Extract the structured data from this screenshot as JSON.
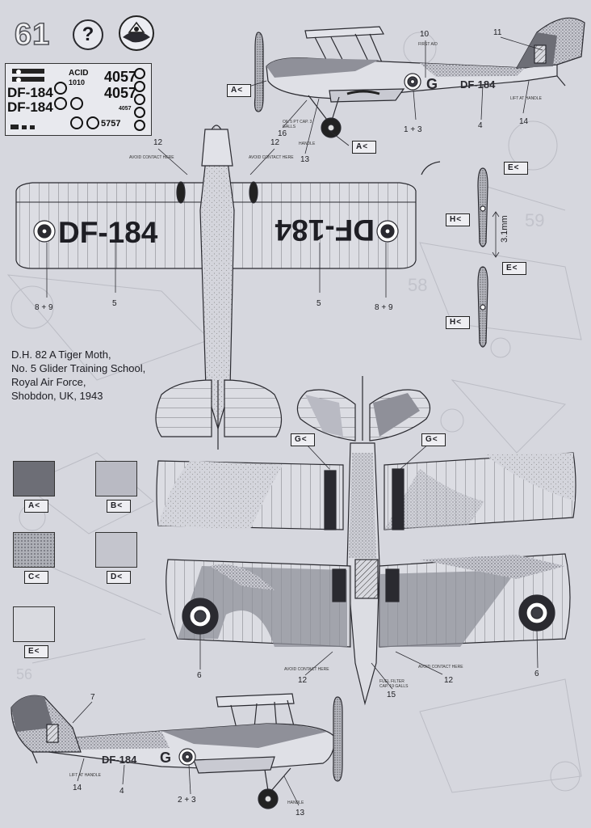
{
  "page": {
    "number": "61",
    "help_glyph": "?"
  },
  "caption": {
    "line1": "D.H. 82 A Tiger Moth,",
    "line2": "No. 5 Glider Training School,",
    "line3": "Royal Air Force,",
    "line4": "Shobdon, UK, 1943"
  },
  "registration": "DF-184",
  "registration_reversed": "DF-184",
  "fuselage_code": "DF-184",
  "code_letter": "G",
  "swatches": [
    {
      "label": "A",
      "color": "#6d6e76"
    },
    {
      "label": "B",
      "color": "#b9bac3"
    },
    {
      "label": "C",
      "color": "#aeb0b7"
    },
    {
      "label": "D",
      "color": "#c4c5cd"
    },
    {
      "label": "E",
      "color": "#d9dae0"
    }
  ],
  "colors": {
    "dark_grey": "#3c3d44",
    "mid_grey": "#8f9099",
    "light": "#e4e5ea",
    "line": "#2a2a30"
  },
  "callouts": {
    "c10": "10",
    "c11": "11",
    "c1_3": "1 + 3",
    "c4_top": "4",
    "c14_top": "14",
    "c16": "16",
    "c13_top": "13",
    "c12_l": "12",
    "c12_r": "12",
    "c5_l": "5",
    "c5_r": "5",
    "c8_9_l": "8 + 9",
    "c8_9_r": "8 + 9",
    "c6_l": "6",
    "c6_r": "6",
    "c12_bl": "12",
    "c12_br": "12",
    "c15": "15",
    "c7": "7",
    "c14_bot": "14",
    "c4_bot": "4",
    "c2_3": "2 + 3",
    "c13_bot": "13",
    "dim": "3.1mm"
  },
  "tags": {
    "a_top1": "A",
    "a_top2": "A",
    "e1": "E",
    "h1": "H",
    "e2": "E",
    "h2": "H",
    "g_l": "G",
    "g_r": "G"
  },
  "notes": {
    "avoid_l": "AVOID CONTACT HERE",
    "avoid_r": "AVOID CONTACT HERE",
    "avoid_bl": "AVOID CONTACT HERE",
    "avoid_br": "AVOID CONTACT HERE",
    "first_aid": "FIRST AID",
    "lift_handle_top": "LIFT AT HANDLE",
    "lift_handle_bot": "LIFT AT HANDLE",
    "handle_top": "HANDLE",
    "handle_bot": "HANDLE",
    "cap_top": "OIL 5 PT CAP. 3 GALLS",
    "fuel": "FUEL FILTER CAP. 19 GALLS"
  },
  "decal_sheet": {
    "row1": "4057",
    "row2": "4057",
    "code1": "DF-184",
    "code2": "DF-184",
    "small1": "ACID",
    "small2": "1010",
    "small3": "5757",
    "small4": "4057"
  }
}
